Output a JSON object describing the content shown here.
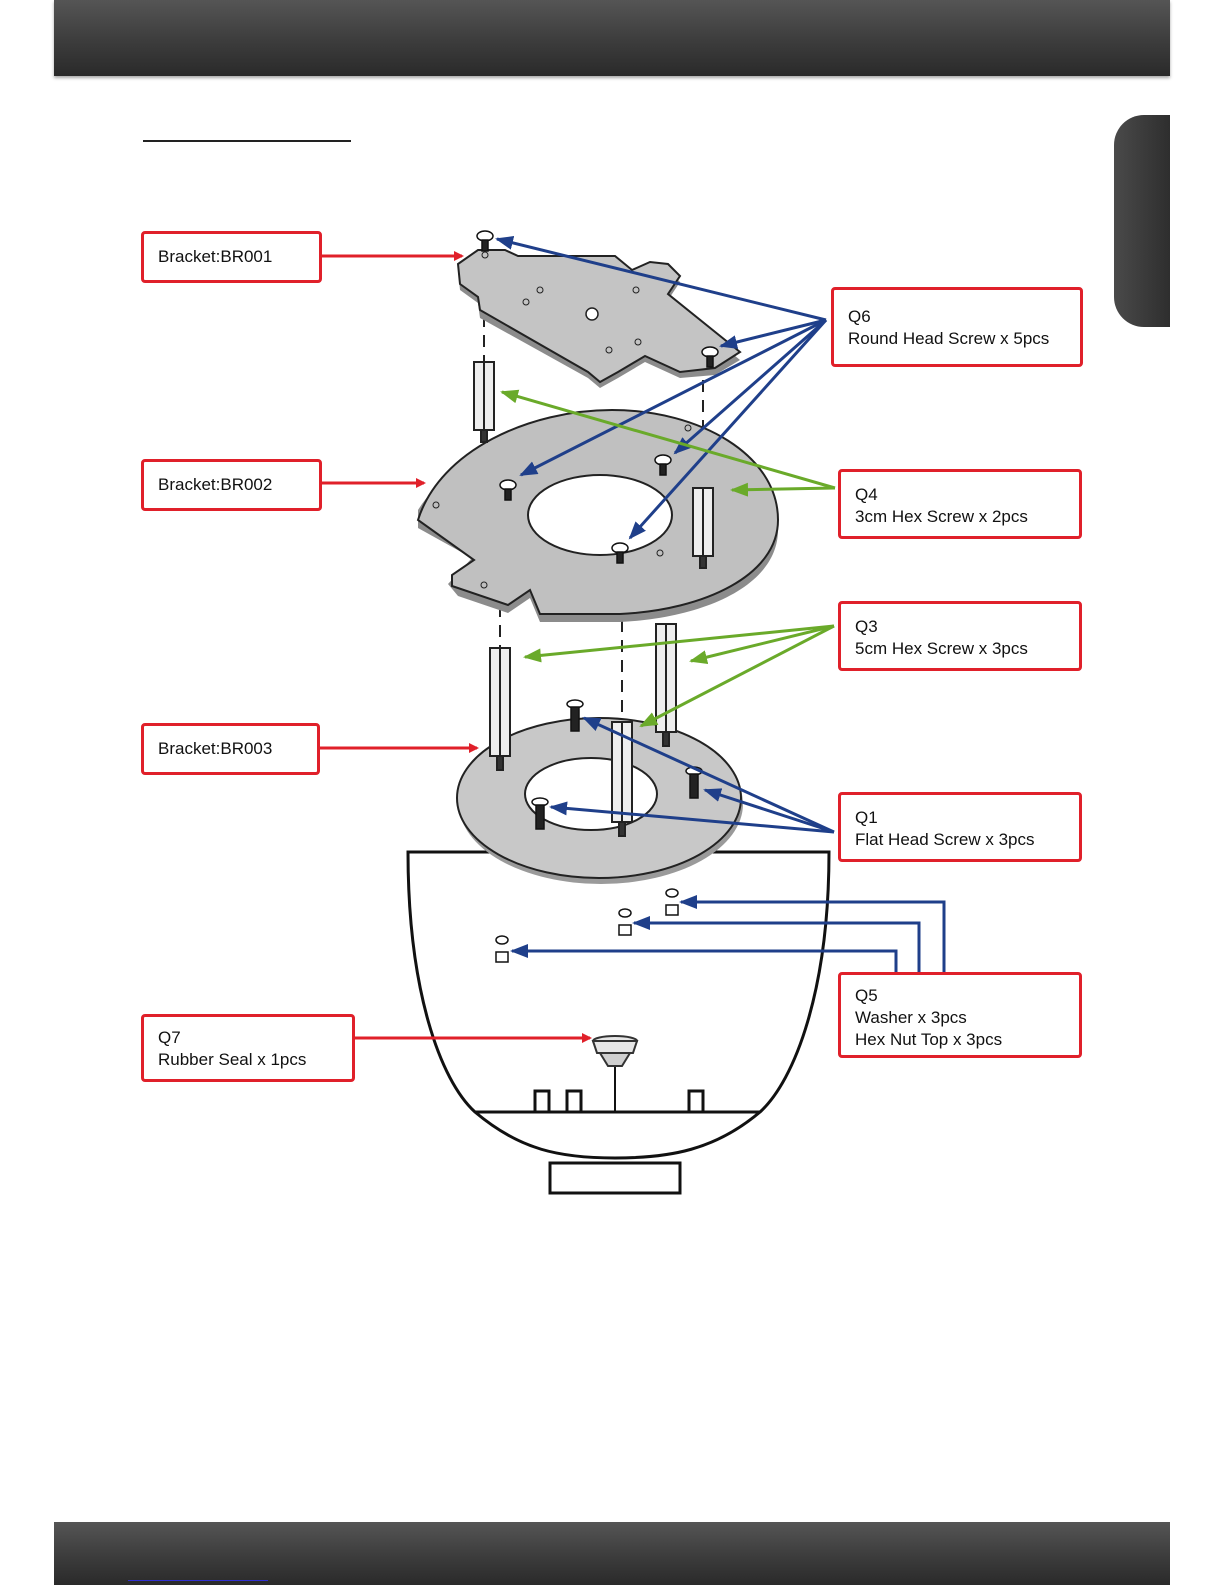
{
  "labels": {
    "br001": "Bracket:BR001",
    "br002": "Bracket:BR002",
    "br003": "Bracket:BR003",
    "q7": {
      "code": "Q7",
      "desc": "Rubber Seal x 1pcs"
    },
    "q6": {
      "code": "Q6",
      "desc": "Round Head Screw x 5pcs"
    },
    "q4": {
      "code": "Q4",
      "desc": "3cm  Hex Screw x 2pcs"
    },
    "q3": {
      "code": "Q3",
      "desc": "5cm  Hex Screw x 3pcs"
    },
    "q1": {
      "code": "Q1",
      "desc": "Flat Head Screw x 3pcs"
    },
    "q5": {
      "code": "Q5",
      "desc1": "Washer x 3pcs",
      "desc2": "Hex Nut Top x 3pcs"
    }
  },
  "colors": {
    "label_border": "#e0202a",
    "bracket_arrow": "#e0202a",
    "screw_arrow": "#1f3f8a",
    "hex_arrow": "#6aaa2a",
    "plate_fill": "#b8b8b8"
  }
}
